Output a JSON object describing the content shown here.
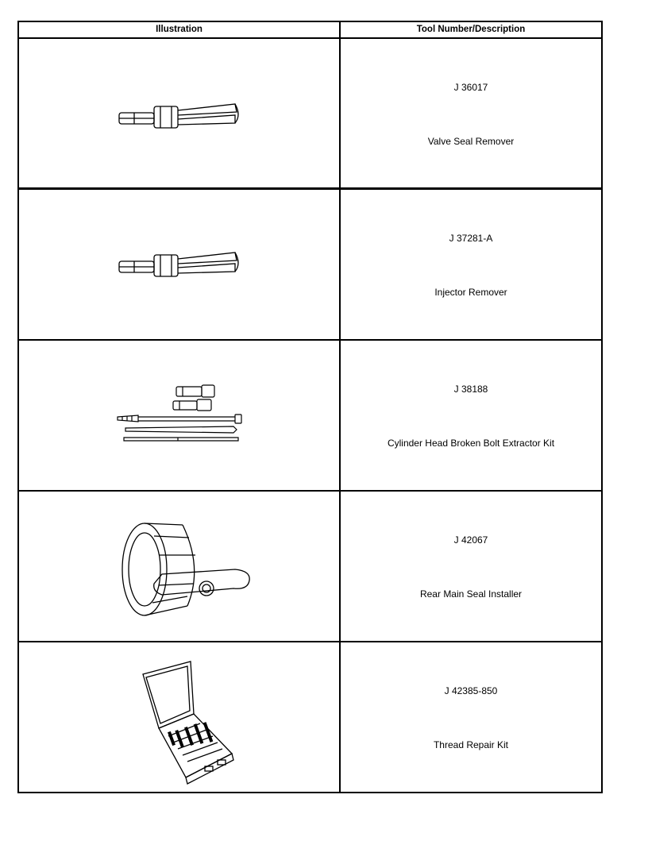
{
  "table": {
    "headers": {
      "illustration": "Illustration",
      "description": "Tool Number/Description"
    },
    "rows": [
      {
        "tool_number": "J 36017",
        "description": "Valve Seal Remover",
        "icon": "valve-seal-remover-icon"
      },
      {
        "tool_number": "J 37281-A",
        "description": "Injector Remover",
        "icon": "injector-remover-icon"
      },
      {
        "tool_number": "J 38188",
        "description": "Cylinder Head Broken Bolt Extractor Kit",
        "icon": "bolt-extractor-kit-icon"
      },
      {
        "tool_number": "J 42067",
        "description": "Rear Main Seal Installer",
        "icon": "seal-installer-icon"
      },
      {
        "tool_number": "J 42385-850",
        "description": "Thread Repair Kit",
        "icon": "thread-repair-kit-icon"
      }
    ]
  }
}
